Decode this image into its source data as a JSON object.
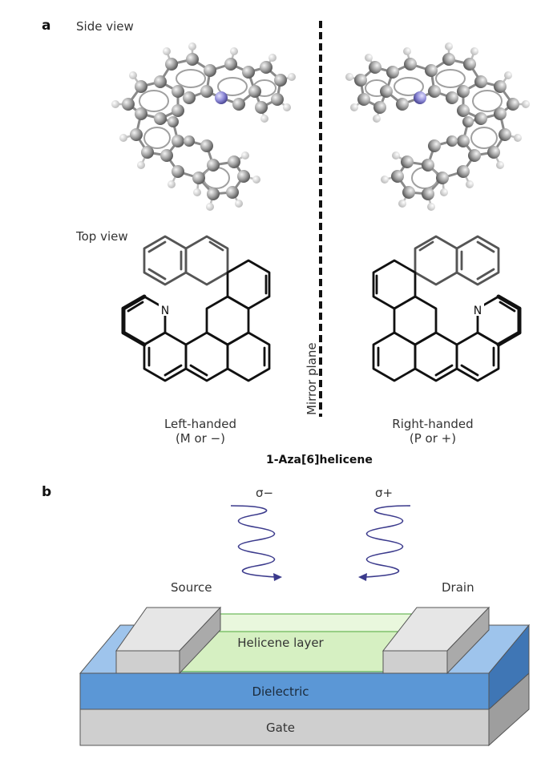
{
  "panel_a": {
    "letter": "a",
    "side_view_label": "Side view",
    "top_view_label": "Top view",
    "mirror_label": "Mirror plane",
    "left": {
      "hand": "Left-handed",
      "notation": "(M or −)"
    },
    "right": {
      "hand": "Right-handed",
      "notation": "(P or +)"
    },
    "compound": "1-Aza[6]helicene",
    "nitrogen_symbol": "N"
  },
  "panel_b": {
    "letter": "b",
    "sigma_minus": "σ−",
    "sigma_plus": "σ+",
    "source": "Source",
    "drain": "Drain",
    "helicene_layer": "Helicene layer",
    "dielectric": "Dielectric",
    "gate": "Gate"
  },
  "colors": {
    "carbon": "#9a9a9a",
    "nitrogen": "#8a86d0",
    "hydrogen": "#f2f2f2",
    "dielectric": "#5b97d6",
    "gate": "#c9c9c9",
    "helicene": "#d6f0c2",
    "electrode": "#cfcfcf",
    "light": "#3b3a8c"
  }
}
